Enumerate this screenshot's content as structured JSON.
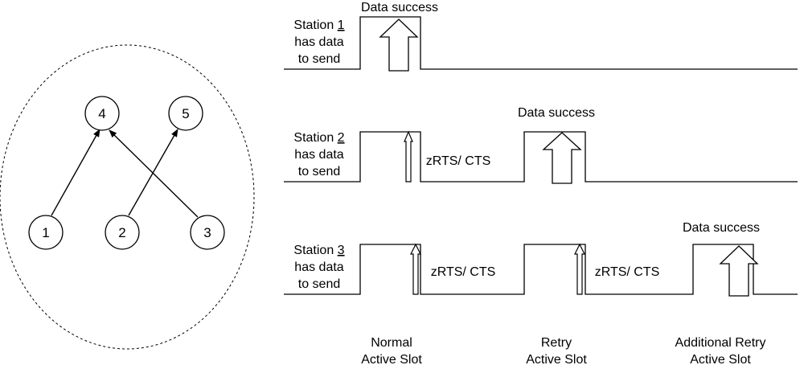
{
  "network": {
    "nodes": [
      {
        "id": "1"
      },
      {
        "id": "2"
      },
      {
        "id": "3"
      },
      {
        "id": "4"
      },
      {
        "id": "5"
      }
    ],
    "links": [
      {
        "from": "1",
        "to": "4"
      },
      {
        "from": "3",
        "to": "4"
      },
      {
        "from": "2",
        "to": "5"
      }
    ]
  },
  "stations": [
    {
      "line1": "Station ",
      "number": "1",
      "line2": "has data",
      "line3": "to send",
      "data_success": "Data success"
    },
    {
      "line1": "Station ",
      "number": "2",
      "line2": "has data",
      "line3": "to send",
      "rts_label": "zRTS/ CTS",
      "data_success": "Data success"
    },
    {
      "line1": "Station ",
      "number": "3",
      "line2": "has data",
      "line3": "to send",
      "rts_label_1": "zRTS/ CTS",
      "rts_label_2": "zRTS/ CTS",
      "data_success": "Data success"
    }
  ],
  "slots": [
    {
      "line1": "Normal",
      "line2": "Active Slot"
    },
    {
      "line1": "Retry",
      "line2": "Active Slot"
    },
    {
      "line1": "Additional Retry",
      "line2": "Active Slot"
    }
  ]
}
